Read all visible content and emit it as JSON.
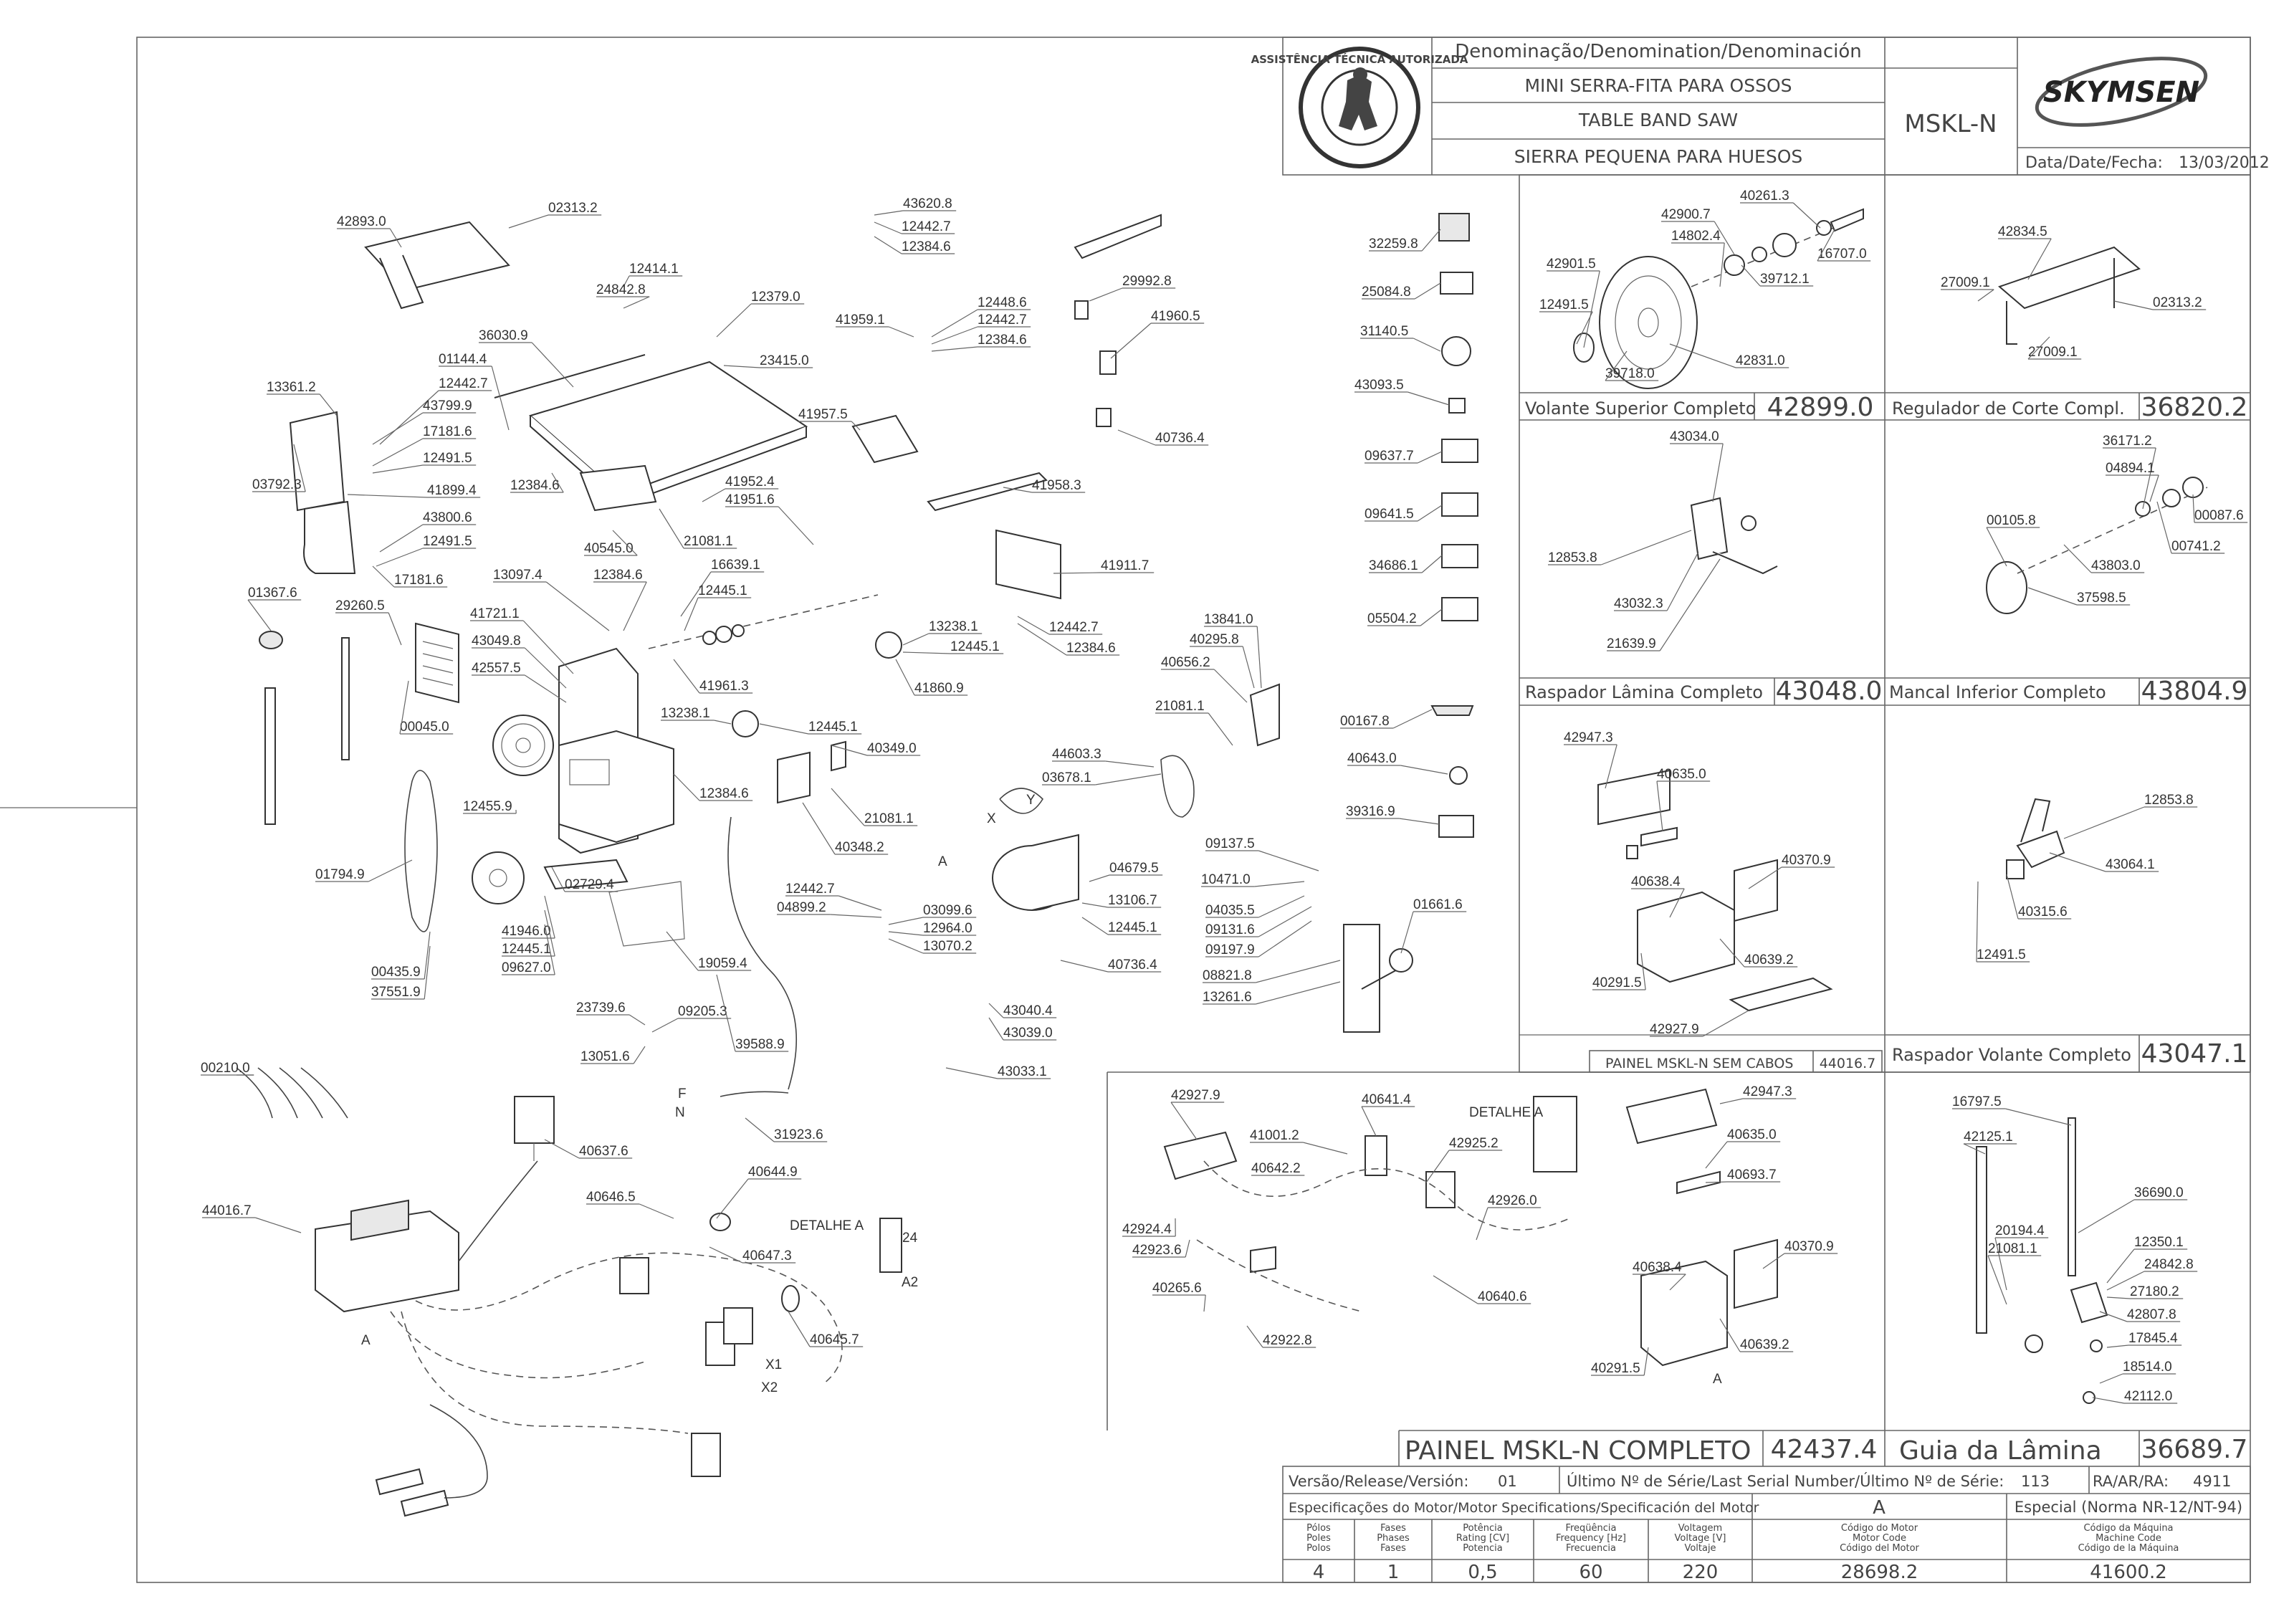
{
  "header": {
    "denomination_label": "Denominação/Denomination/Denominación",
    "name_pt": "MINI SERRA-FITA PARA OSSOS",
    "name_en": "TABLE BAND SAW",
    "name_es": "SIERRA PEQUENA PARA HUESOS",
    "model": "MSKL-N",
    "brand": "SKYMSEN",
    "stamp_text": "ASSISTÊNCIA TÉCNICA AUTORIZADA",
    "date_label": "Data/Date/Fecha:",
    "date": "13/03/2012"
  },
  "assemblies": [
    {
      "title": "Volante Superior Completo",
      "code": "42899.0"
    },
    {
      "title": "Regulador de Corte Compl.",
      "code": "36820.2"
    },
    {
      "title": "Raspador Lâmina Completo",
      "code": "43048.0"
    },
    {
      "title": "Mancal Inferior Completo",
      "code": "43804.9"
    },
    {
      "title": "Raspador Volante Completo",
      "code": "43047.1"
    },
    {
      "title": "PAINEL MSKL-N SEM CABOS",
      "code": "44016.7"
    },
    {
      "title": "PAINEL MSKL-N COMPLETO",
      "code": "42437.4"
    },
    {
      "title": "Guia da Lâmina",
      "code": "36689.7"
    }
  ],
  "detail_labels": {
    "detalhe_a": "DETALHE A",
    "a": "A",
    "x": "X",
    "y": "Y",
    "f": "F",
    "n": "N",
    "x1": "X1",
    "x2": "X2",
    "a2": "A2",
    "n24": "24"
  },
  "footer": {
    "version_label": "Versão/Release/Versión:",
    "version": "01",
    "serial_label": "Último Nº de Série/Last Serial Number/Último Nº de Série:",
    "serial": "113",
    "ra_label": "RA/AR/RA:",
    "ra": "4911",
    "motor_spec_label": "Especificações do Motor/Motor Specifications/Specificación del Motor",
    "motor_letter": "A",
    "special_label": "Especial (Norma NR-12/NT-94)",
    "columns": [
      {
        "h1": "Pólos",
        "h2": "Poles",
        "h3": "Polos",
        "value": "4"
      },
      {
        "h1": "Fases",
        "h2": "Phases",
        "h3": "Fases",
        "value": "1"
      },
      {
        "h1": "Potência",
        "h2": "Rating [CV]",
        "h3": "Potencia",
        "value": "0,5"
      },
      {
        "h1": "Freqüência",
        "h2": "Frequency [Hz]",
        "h3": "Frecuencia",
        "value": "60"
      },
      {
        "h1": "Voltagem",
        "h2": "Voltage [V]",
        "h3": "Voltaje",
        "value": "220"
      },
      {
        "h1": "Código do Motor",
        "h2": "Motor Code",
        "h3": "Código del Motor",
        "value": "28698.2"
      },
      {
        "h1": "Código da Máquina",
        "h2": "Machine Code",
        "h3": "Código de la Máquina",
        "value": "41600.2"
      }
    ]
  },
  "part_numbers": [
    "42893.0",
    "02313.2",
    "12414.1",
    "24842.8",
    "12379.0",
    "36030.9",
    "01144.4",
    "13361.2",
    "12442.7",
    "43799.9",
    "17181.6",
    "12491.5",
    "03792.3",
    "41899.4",
    "12384.6",
    "23415.0",
    "41952.4",
    "41951.6",
    "43800.6",
    "12491.5",
    "17181.6",
    "40545.0",
    "21081.1",
    "13097.4",
    "12384.6",
    "16639.1",
    "12445.1",
    "01367.6",
    "29260.5",
    "41721.1",
    "43049.8",
    "42557.5",
    "00045.0",
    "41961.3",
    "13238.1",
    "12445.1",
    "12455.9",
    "12384.6",
    "01794.9",
    "02729.4",
    "41946.0",
    "12445.1",
    "09627.0",
    "19059.4",
    "00435.9",
    "37551.9",
    "43620.8",
    "12442.7",
    "12384.6",
    "41959.1",
    "12448.6",
    "12442.7",
    "12384.6",
    "29992.8",
    "41960.5",
    "40736.4",
    "41957.5",
    "41958.3",
    "41911.7",
    "13238.1",
    "12445.1",
    "12442.7",
    "12384.6",
    "41860.9",
    "40349.0",
    "21081.1",
    "40348.2",
    "44603.3",
    "03678.1",
    "04679.5",
    "13106.7",
    "12445.1",
    "40736.4",
    "12442.7",
    "04899.2",
    "03099.6",
    "12964.0",
    "13070.2",
    "43040.4",
    "43039.0",
    "43033.1",
    "13841.0",
    "40295.8",
    "40656.2",
    "21081.1",
    "09137.5",
    "10471.0",
    "04035.5",
    "09131.6",
    "09197.9",
    "08821.8",
    "13261.6",
    "01661.6",
    "23739.6",
    "09205.3",
    "13051.6",
    "39588.9",
    "31923.6",
    "00210.0",
    "40637.6",
    "44016.7",
    "40646.5",
    "40644.9",
    "40647.3",
    "40645.7",
    "32259.8",
    "25084.8",
    "31140.5",
    "43093.5",
    "09637.7",
    "09641.5",
    "34686.1",
    "05504.2",
    "00167.8",
    "40643.0",
    "39316.9",
    "40261.3",
    "42900.7",
    "14802.4",
    "42901.5",
    "12491.5",
    "39718.0",
    "16707.0",
    "39712.1",
    "42831.0",
    "42834.5",
    "27009.1",
    "02313.2",
    "27009.1",
    "43034.0",
    "12853.8",
    "43032.3",
    "21639.9",
    "36171.2",
    "04894.1",
    "00105.8",
    "00087.6",
    "00741.2",
    "43803.0",
    "37598.5",
    "42947.3",
    "40635.0",
    "40370.9",
    "40638.4",
    "40639.2",
    "40291.5",
    "42927.9",
    "12853.8",
    "43064.1",
    "40315.6",
    "12491.5",
    "42927.9",
    "40641.4",
    "41001.2",
    "42925.2",
    "40642.2",
    "42926.0",
    "42924.4",
    "42923.6",
    "40265.6",
    "42922.8",
    "40640.6",
    "42947.3",
    "40635.0",
    "40693.7",
    "40638.4",
    "40370.9",
    "40639.2",
    "40291.5",
    "16797.5",
    "42125.1",
    "36690.0",
    "20194.4",
    "21081.1",
    "12350.1",
    "24842.8",
    "27180.2",
    "42807.8",
    "17845.4",
    "18514.0",
    "42112.0"
  ]
}
